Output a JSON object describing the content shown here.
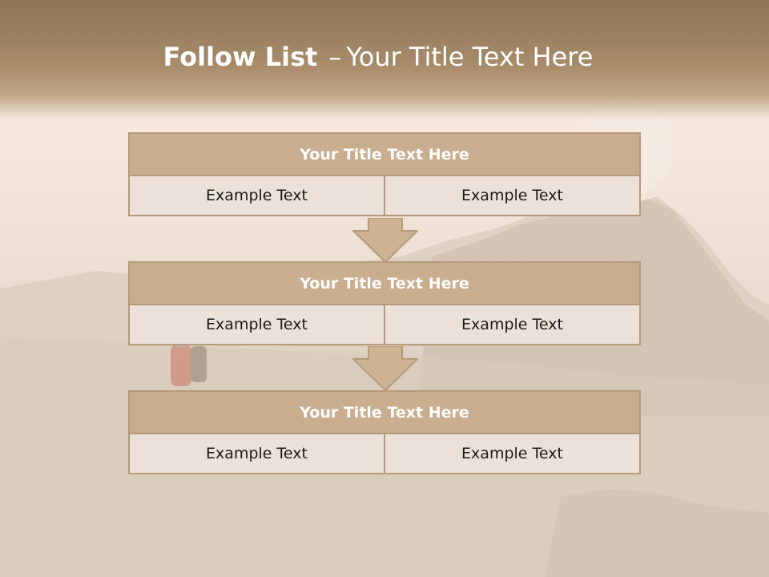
{
  "slide": {
    "title_bold": "Follow List",
    "title_separator": "–",
    "title_rest": "Your Title Text Here"
  },
  "blocks": [
    {
      "title": "Your Title Text Here",
      "cells": [
        "Example Text",
        "Example Text"
      ]
    },
    {
      "title": "Your Title Text Here",
      "cells": [
        "Example Text",
        "Example Text"
      ]
    },
    {
      "title": "Your Title Text Here",
      "cells": [
        "Example Text",
        "Example Text"
      ]
    }
  ],
  "colors": {
    "title_bar": "#c8ad8e",
    "cell_fill": "#ece1d8",
    "border": "#b59a7b",
    "arrow_fill": "#cdb391",
    "header_band": "#a88c6a"
  }
}
